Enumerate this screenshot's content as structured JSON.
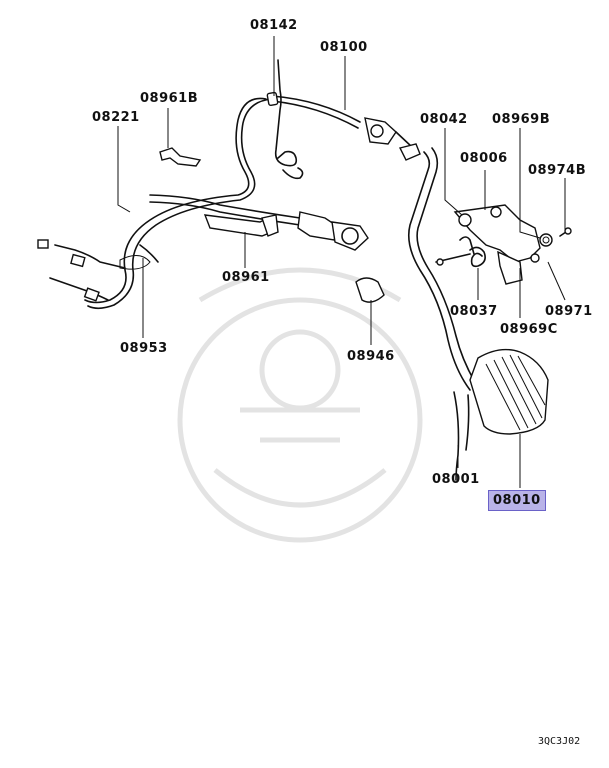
{
  "diagram": {
    "labels": {
      "l08142": "08142",
      "l08100": "08100",
      "l08961B": "08961B",
      "l08221": "08221",
      "l08042": "08042",
      "l08969B": "08969B",
      "l08006": "08006",
      "l08974B": "08974B",
      "l08961": "08961",
      "l08037": "08037",
      "l08971": "08971",
      "l08969C": "08969C",
      "l08946": "08946",
      "l08953": "08953",
      "l08001": "08001",
      "l08010": "08010"
    },
    "highlight": {
      "part": "08010",
      "color": "#b9b3e8"
    },
    "diagram_code": "3QC3J02"
  }
}
